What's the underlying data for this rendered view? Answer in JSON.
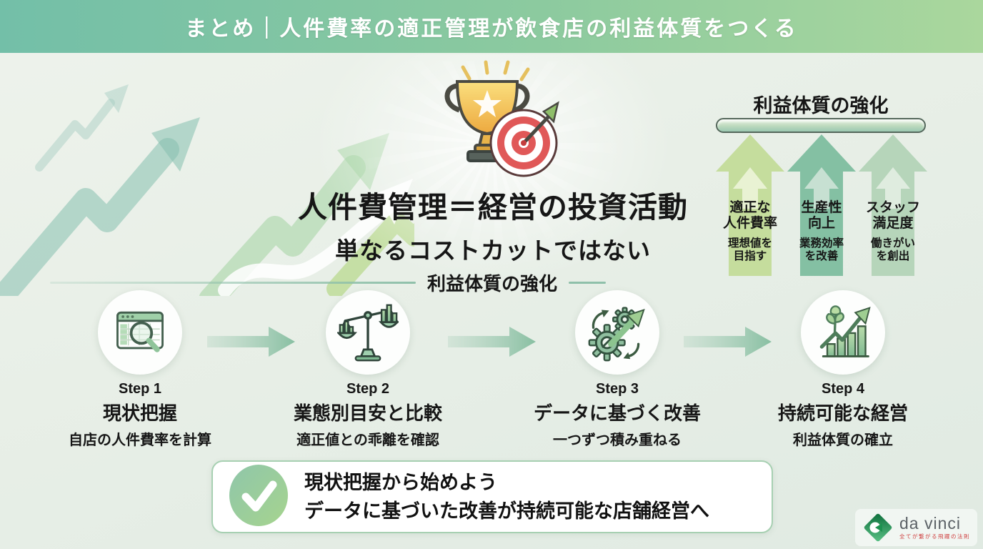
{
  "header": {
    "title": "まとめ｜人件費率の適正管理が飲食店の利益体質をつくる"
  },
  "hero": {
    "icon": "trophy-target-icon",
    "title": "人件費管理＝経営の投資活動",
    "subtitle": "単なるコストカットではない",
    "divider_label": "利益体質の強化"
  },
  "benefits": {
    "title": "利益体質の強化",
    "items": [
      {
        "line1": "適正な",
        "line2": "人件費率",
        "sub1": "理想値を",
        "sub2": "目指す",
        "arrow_color": "#c5dd9d",
        "inner_arrow_color": "#e9f2d3"
      },
      {
        "line1": "生産性",
        "line2": "向上",
        "sub1": "業務効率",
        "sub2": "を改善",
        "arrow_color": "#84c0a3",
        "inner_arrow_color": "#c7e0d2"
      },
      {
        "line1": "スタッフ",
        "line2": "満足度",
        "sub1": "働きがい",
        "sub2": "を創出",
        "arrow_color": "#b6d5ba",
        "inner_arrow_color": "#dfecdf"
      }
    ]
  },
  "steps": {
    "items": [
      {
        "label": "Step 1",
        "title": "現状把握",
        "description": "自店の人件費率を計算",
        "icon": "spreadsheet-magnifier-icon"
      },
      {
        "label": "Step 2",
        "title": "業態別目安と比較",
        "description": "適正値との乖離を確認",
        "icon": "balance-scale-icon"
      },
      {
        "label": "Step 3",
        "title": "データに基づく改善",
        "description": "一つずつ積み重ねる",
        "icon": "gears-growth-icon"
      },
      {
        "label": "Step 4",
        "title": "持続可能な経営",
        "description": "利益体質の確立",
        "icon": "plant-growth-chart-icon"
      }
    ]
  },
  "conclusion": {
    "icon": "check-icon",
    "line1": "現状把握から始めよう",
    "line2": "データに基づいた改善が持続可能な店舗経営へ"
  },
  "logo": {
    "name": "da vinci",
    "tagline": "全てが繋がる飛躍の法則"
  },
  "colors": {
    "header_gradient_start": "#73bfa8",
    "header_gradient_end": "#aad79d",
    "accent_green": "#8fc0aa",
    "text": "#161616",
    "conclusion_border": "#a7d0b2",
    "check_gradient_start": "#8fc6aa",
    "check_gradient_end": "#a6d48e",
    "target_red": "#e05858",
    "trophy_gold": "#f6c94f"
  }
}
